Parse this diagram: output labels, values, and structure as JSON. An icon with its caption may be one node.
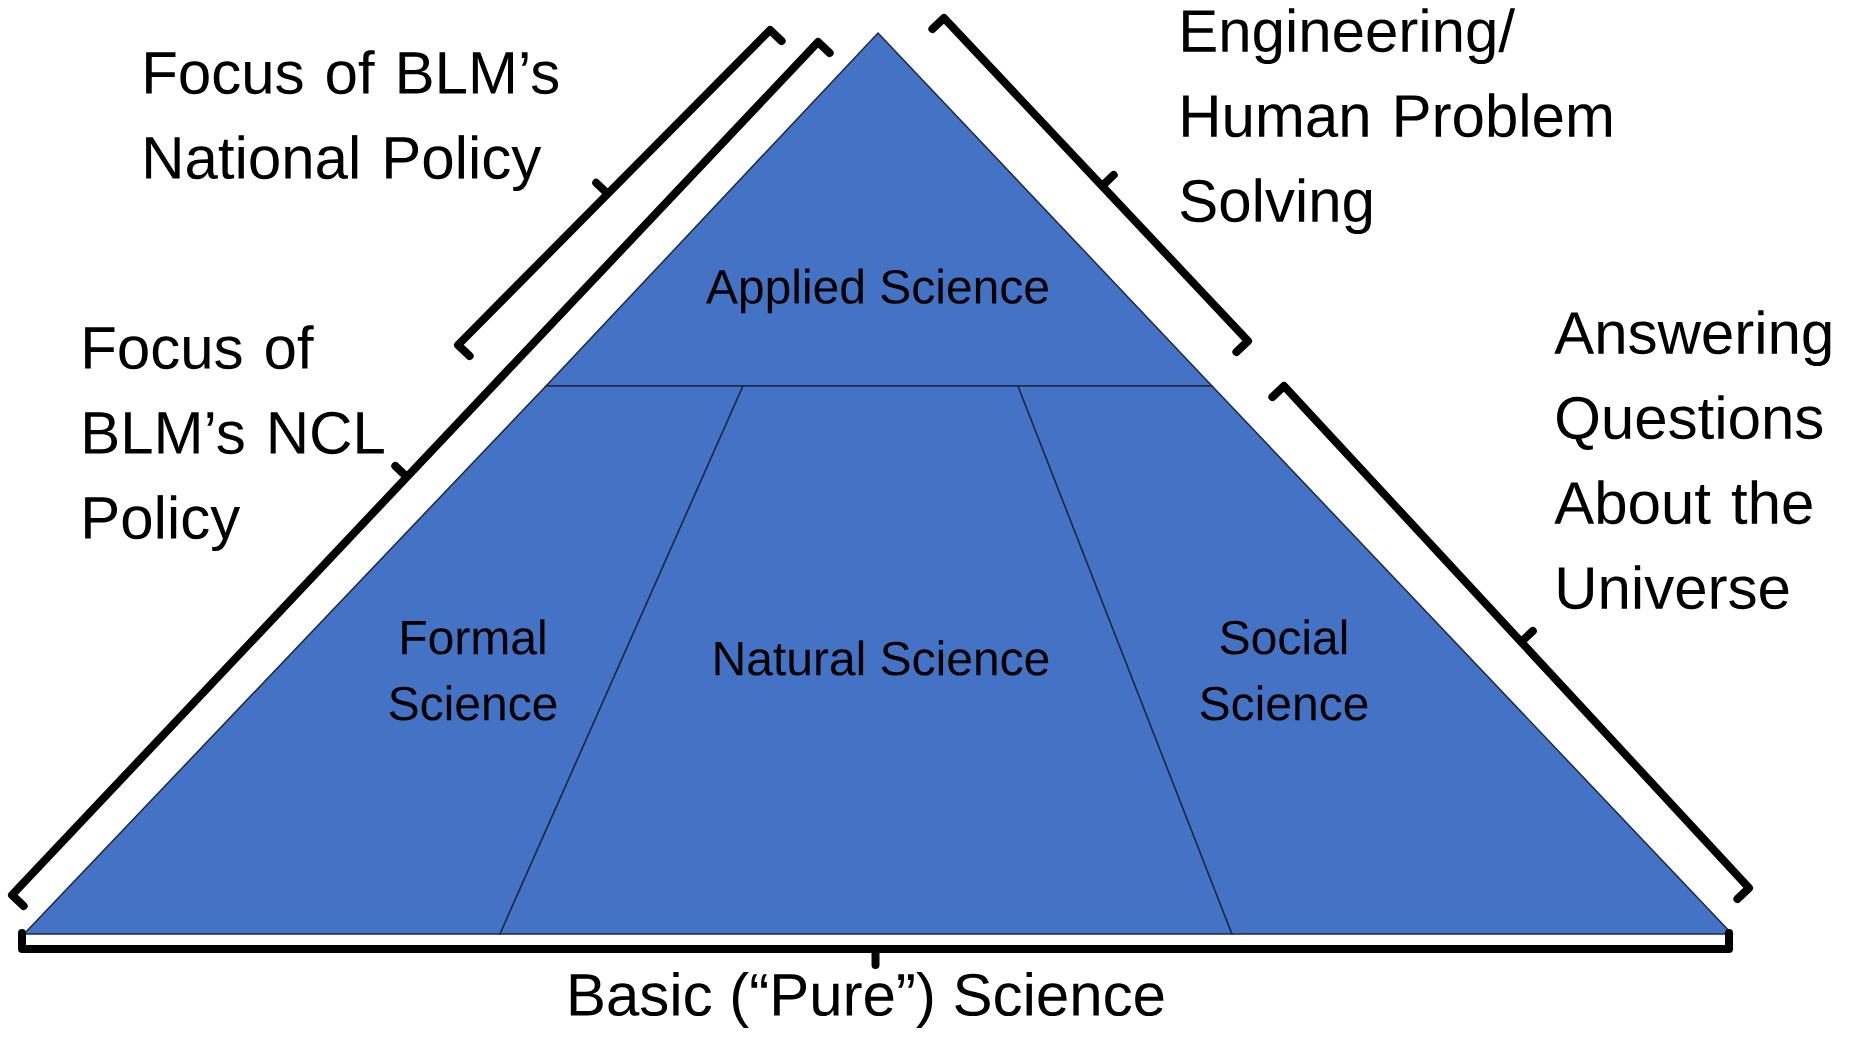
{
  "diagram": {
    "nodes": [
      {
        "text": [
          "Applied Science"
        ]
      },
      {
        "text": [
          "Formal Science"
        ]
      },
      {
        "text": [
          "Natural Science"
        ]
      },
      {
        "text": [
          "Social Science"
        ]
      }
    ],
    "labels": [
      "Focus of BLM’s National Policy",
      "Engineering/ Human Problem Solving",
      "Focus of BLM’s NCL Policy",
      "Answering Questions About the Universe",
      "Basic (“Pure”) Science"
    ]
  }
}
